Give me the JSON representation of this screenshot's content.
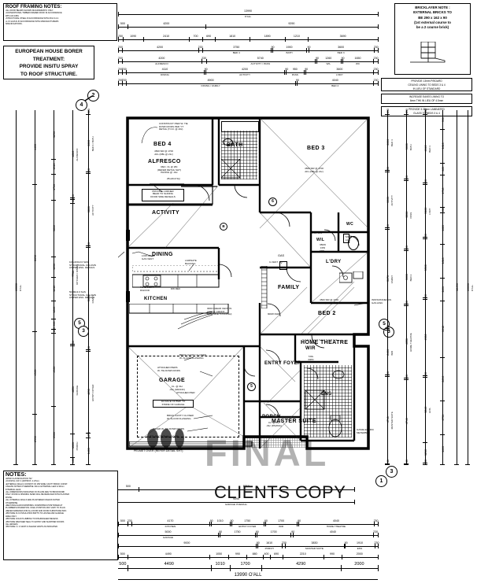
{
  "drawing": {
    "watermark": "FINAL",
    "stamp": "CLIENTS COPY"
  },
  "notes_boxes": {
    "roof_framing": {
      "title": "ROOF FRAMING NOTES:",
      "lines": [
        "•ALL ROOF BEAMS SHOWN DIAGRAMMATIC ONLY.",
        "•CONVENTIONAL TIMBER FRAMED ROOF IN ACCORDANCE",
        " WITH AS 1684.",
        "•STRUCTURAL STEEL IN ACCORDANCE WITH RCA 3.4.4.",
        "•L.V.L's/LVH's IN ACCORDANCE WITH MANUFACTURERS",
        " SPECIFICATIONS."
      ]
    },
    "borer": {
      "lines": [
        "EUROPEAN HOUSE BORER",
        "TREATMENT:",
        "PROVIDE INSITU SPRAY",
        "TO ROOF STRUCTURE."
      ]
    },
    "bricklayer": {
      "lines": [
        "BRICKLAYER NOTE :",
        "EXTERNAL BRICKS TO",
        "BE 290 x 162 x 90",
        "(1st external course to",
        "be a 2 course brick)"
      ]
    },
    "side_notes": [
      [
        "PROVIDE 13mm P/BOARD",
        "CEILING LINING TO BEDS 3 & 4",
        "IN LIEU OF STANDARD"
      ],
      [
        "INCREASE EAVES LINING TO",
        "6mm THK IN LIEU OF 4.5mm"
      ],
      [
        "PROVIDE 3.38mm LAMINATED",
        "GLASS TO BEDS 3 & 4"
      ]
    ],
    "general": {
      "title": "NOTES:",
      "lines": [
        "•WIND CLASSIFICATION \"N1\"",
        "•COASTAL CAT. 4 (APPROX. 2.17km)",
        "•EXTERNAL WALLS CONSIST OF 250 WIDE CAVITY BRICK CONST.",
        " UNLESS NOTED OTHERWISE. 90mm EXTERNAL LEAF & 90mm",
        " INTERNAL LEAF.",
        "•ALL DIMENSIONS INDICATED ON PLANS ARE TO BRICKWORK",
        " ONLY. ROOM & OPENING SIZES WILL BE REDUCED WITH PLASTER",
        " FINISH.",
        "•ALL INTERNAL WALLS ARE PLASTERED UNLESS NOTED",
        " OTHERWISE.",
        "•RECTANGULAR DOWNPIPES. DOWNPIPES POSITIONED AT",
        " PLUMBERS DISCRETION. FINAL POSITION MAY VARY TO PLAN.",
        "•REFER ADDENDA FOR ALL DOOR AND DOOR FURNITURE INFO.",
        "•PROVIDE R 2.0 INSULATION BATTS TO HOUSE AND GARAGE",
        " AREA ONLY.",
        "•PROVIDE COLD PLUMBING TO DISHWASHER RECESS.",
        "•PROVIDE WEATHER SEAL TO ENTRY AND SHOPPER  DOORS",
        " (ALL EDGES)",
        "•PROVIDE 1 x C-VENT & IN-EAVE VENTS AS INDICATED."
      ]
    }
  },
  "rooms": [
    {
      "name": "ALFRESCO",
      "sub": [
        "REC. CL @ 28c",
        "(REFER DETAIL SHT)",
        "PAVING @ -01c"
      ]
    },
    {
      "name": "BED 4",
      "sub": [
        "4500 SIR @ 1700",
        "AFL (DBL @ 21c)"
      ]
    },
    {
      "name": "BATH",
      "sub": []
    },
    {
      "name": "BED 3",
      "sub": [
        "4500 SIR @ 1700",
        "AFL (DBL @ 21c)"
      ]
    },
    {
      "name": "ACTIVITY",
      "sub": []
    },
    {
      "name": "WIL",
      "sub": [
        "950W",
        "FPD"
      ]
    },
    {
      "name": "WC",
      "sub": [
        "720R",
        "LOH"
      ]
    },
    {
      "name": "L'DRY",
      "sub": []
    },
    {
      "name": "DINING",
      "sub": []
    },
    {
      "name": "FAMILY",
      "sub": []
    },
    {
      "name": "BED 2",
      "sub": [
        "4500 SIR @ 1700",
        "AFL (DBL @ 21c)"
      ]
    },
    {
      "name": "KITCHEN",
      "sub": [
        "FL. CANOPY",
        "R/HOOD",
        "DW REC"
      ]
    },
    {
      "name": "WIR",
      "sub": [
        "720L",
        "/DPD"
      ]
    },
    {
      "name": "HOME THEATRE",
      "sub": []
    },
    {
      "name": "ENTRY FOYER",
      "sub": []
    },
    {
      "name": "GARAGE",
      "sub": [
        "CL. @ 31c",
        "-01c (GRANO)"
      ]
    },
    {
      "name": "PORCH",
      "sub": [
        "CL. @ 25c",
        "-01c (PAVING)"
      ]
    },
    {
      "name": "MASTER SUITE",
      "sub": []
    },
    {
      "name": "ENS",
      "sub": []
    }
  ],
  "plan_annotations": [
    "CONSTRUCT PIER W- TIE",
    "DOWN RODS PER 'YT",
    "DETAIL (T.O.F. @ 40c)",
    "PROVIDE CORNER",
    "BEAD TO SLIDING",
    "DOOR SIDE REVEALS",
    "LOW LEVEL",
    "GAS VENT",
    "LAMINATE",
    "BACKING",
    "C-VENT",
    "GAS",
    "3000 OHEAD CEOS IN",
    "LINE W- FRONT",
    "(CORNICE TO FLUSH)",
    "900W RHD",
    "BRICK CAVITY CLOSER",
    "W- ALCOR FLASHING",
    "ATTACHED PIERS",
    "W- TIE DOWN RODS",
    "3rd FACE OF BWK TO",
    "INSIDE OF GARAGE",
    "ATTACHED PIER",
    "REFER W- TIE DOWN RODS",
    "AUTO-SECTIONAL DOOR",
    "PELMET OVER (REFER DETAIL SHT)",
    "INSTANTANEOUS",
    "GAS HWU",
    "GAS/ELECTRIC",
    "METERBOX",
    "100x400x3.0 SHS",
    "STRUCTURAL COLUMN",
    "AS PER ENG. DETAILS",
    "50x90x3.0 SHS",
    "STRUCTURAL COLUMN",
    "AS PER ENG. DETAILS",
    "25x2410 SQ",
    "1x450 SHS",
    "FPD"
  ],
  "dimensions": {
    "top": {
      "row1": [
        {
          "v": "13990",
          "label": "O'ALL"
        }
      ],
      "row2": [
        {
          "v": "500"
        },
        {
          "v": "4200"
        },
        {
          "v": "9290"
        }
      ],
      "row3": [
        {
          "v": "250"
        },
        {
          "v": "1090"
        },
        {
          "v": "2410"
        },
        {
          "v": "700"
        },
        {
          "v": "690"
        },
        {
          "v": "1810"
        },
        {
          "v": "1890"
        },
        {
          "v": "1210"
        },
        {
          "v": "3690"
        }
      ],
      "row4": [
        {
          "v": "200"
        },
        {
          "v": "4200"
        },
        {
          "v": "230"
        },
        {
          "v": "3750",
          "label": "BED 4"
        },
        {
          "v": "90"
        },
        {
          "v": "1900",
          "label": "BATH"
        },
        {
          "v": "90"
        },
        {
          "v": "3600",
          "label": "BED 3"
        },
        {
          "v": "230"
        }
      ],
      "row5": [
        {
          "v": "200"
        },
        {
          "v": "4200",
          "label": "ALFRESCO"
        },
        {
          "v": "230"
        },
        {
          "v": "5740",
          "label": "ACTIVITY / PASS"
        },
        {
          "v": "90"
        },
        {
          "v": "1260",
          "label": "WIL"
        },
        {
          "v": "90"
        },
        {
          "v": "1650",
          "label": "WC"
        },
        {
          "v": "230"
        }
      ],
      "row6": [
        {
          "v": "200"
        },
        {
          "v": "230"
        },
        {
          "v": "4110",
          "label": "DINING"
        },
        {
          "v": "90"
        },
        {
          "v": "4200",
          "label": "ACTIVITY"
        },
        {
          "v": "90"
        },
        {
          "v": "950",
          "label": "PASS"
        },
        {
          "v": "90"
        },
        {
          "v": "3600",
          "label": "L'DRY"
        },
        {
          "v": "230"
        }
      ],
      "row7": [
        {
          "v": "200"
        },
        {
          "v": "230"
        },
        {
          "v": "8900",
          "label": "DINING / FAMILY"
        },
        {
          "v": "90"
        },
        {
          "v": "4040",
          "label": "BED 2"
        },
        {
          "v": "230"
        }
      ]
    },
    "bottom": {
      "row1": [
        {
          "v": "500"
        },
        {
          "v": "5310"
        }
      ],
      "row2": [
        {
          "v": "9090",
          "label": "GARAGE OVERALL"
        }
      ],
      "row3": [
        {
          "v": "500"
        },
        {
          "v": "230"
        },
        {
          "v": "4170",
          "label": "KITCHEN"
        },
        {
          "v": "90"
        },
        {
          "v": "1010"
        },
        {
          "v": "90"
        },
        {
          "v": "1750",
          "label": "ENTRY FOYER"
        },
        {
          "v": "90"
        },
        {
          "v": "1700",
          "label": "WIR"
        },
        {
          "v": "90"
        },
        {
          "v": "4040",
          "label": "HOME THEATRE"
        },
        {
          "v": "230"
        }
      ],
      "row4": [
        {
          "v": "5000",
          "label": "GARAGE"
        },
        {
          "v": "90"
        },
        {
          "v": "1750"
        },
        {
          "v": "90"
        },
        {
          "v": "1700"
        },
        {
          "v": "90"
        },
        {
          "v": "4040"
        },
        {
          "v": "230"
        }
      ],
      "row5": [
        {
          "v": "9000"
        },
        {
          "v": "90"
        },
        {
          "v": "1610",
          "label": "PORCH"
        },
        {
          "v": "230"
        },
        {
          "v": "3830",
          "label": "MASTER SUITE"
        },
        {
          "v": "90"
        },
        {
          "v": "1910",
          "label": "ENS"
        },
        {
          "v": "230"
        }
      ],
      "row6": [
        {
          "v": "500"
        },
        {
          "v": "4490"
        },
        {
          "v": "1050"
        },
        {
          "v": "990"
        },
        {
          "v": "880"
        },
        {
          "v": "400"
        },
        {
          "v": "690"
        },
        {
          "v": "2210"
        },
        {
          "v": "990"
        },
        {
          "v": "2000"
        }
      ],
      "row7": [
        {
          "v": "500"
        },
        {
          "v": "4490"
        },
        {
          "v": "1010"
        },
        {
          "v": "1700"
        },
        {
          "v": "4290"
        },
        {
          "v": "2000"
        }
      ],
      "row8": [
        {
          "v": "13990",
          "label": "O'ALL"
        }
      ]
    },
    "left": {
      "outer": [
        {
          "v": "19390",
          "label": "O'ALL"
        }
      ],
      "col2": [
        {
          "v": "4400"
        },
        {
          "v": "8690"
        },
        {
          "v": "4900"
        },
        {
          "v": "2990"
        }
      ],
      "col3": [
        {
          "v": "3290"
        },
        {
          "v": "1010"
        },
        {
          "v": "1700"
        },
        {
          "v": "3810"
        },
        {
          "v": "1390"
        },
        {
          "v": "1610"
        },
        {
          "v": "1200"
        },
        {
          "v": "690"
        },
        {
          "v": "280"
        },
        {
          "v": "4900"
        },
        {
          "v": "3900"
        }
      ],
      "col4": [
        {
          "v": "4800",
          "label": "ALFRESCO"
        },
        {
          "v": "90"
        },
        {
          "v": "220"
        },
        {
          "v": "7730",
          "label": "KITCHEN / DINING"
        },
        {
          "v": "90"
        },
        {
          "v": "4850",
          "label": "GARAGE"
        },
        {
          "v": "1300",
          "label": "PORCH"
        },
        {
          "v": "400"
        }
      ],
      "col5": [
        {
          "v": "220"
        },
        {
          "v": "3000",
          "label": "BED 4 / BATH"
        },
        {
          "v": "90"
        },
        {
          "v": "3800",
          "label": "ACTIVITY"
        },
        {
          "v": "90"
        },
        {
          "v": "5370",
          "label": "FAMILY"
        },
        {
          "v": "90"
        },
        {
          "v": "4290",
          "label": "ENTRY FOYER"
        },
        {
          "v": "270"
        },
        {
          "v": "1400"
        }
      ]
    },
    "right": {
      "outer": [
        {
          "v": "19390",
          "label": "O'ALL"
        },
        {
          "v": "18490"
        }
      ],
      "col1": [
        {
          "v": "230"
        },
        {
          "v": "3000",
          "label": "BED 4"
        },
        {
          "v": "90"
        },
        {
          "v": "3000",
          "label": "ACTIVITY"
        },
        {
          "v": "90"
        },
        {
          "v": "5370",
          "label": "FAMILY"
        },
        {
          "v": "90"
        },
        {
          "v": "2400",
          "label": "WIR"
        },
        {
          "v": "90"
        },
        {
          "v": "4740",
          "label": "MASTER SUITE"
        },
        {
          "v": "30"
        }
      ],
      "col2": [
        {
          "v": "230"
        },
        {
          "v": "3600",
          "label": "BATH"
        },
        {
          "v": "90"
        },
        {
          "v": "3830",
          "label": "PASS"
        },
        {
          "v": "90"
        },
        {
          "v": "3000",
          "label": "BED 2"
        },
        {
          "v": "90"
        },
        {
          "v": "4050",
          "label": "HOME THEATRE"
        },
        {
          "v": "90"
        },
        {
          "v": "4740"
        },
        {
          "v": "30"
        }
      ],
      "col3": [
        {
          "v": "230"
        },
        {
          "v": "4040",
          "label": "BED 3"
        },
        {
          "v": "90"
        },
        {
          "v": "3100",
          "label": "L'DRY"
        },
        {
          "v": "90"
        },
        {
          "v": "3500"
        },
        {
          "v": "90"
        },
        {
          "v": "4500"
        },
        {
          "v": "90"
        },
        {
          "v": "3840",
          "label": "ENS"
        },
        {
          "v": "1210"
        },
        {
          "v": "90"
        }
      ],
      "col4": [
        {
          "v": "990"
        },
        {
          "v": "1810"
        },
        {
          "v": "620"
        },
        {
          "v": "1710"
        },
        {
          "v": "280"
        },
        {
          "v": "1680"
        },
        {
          "v": "1810"
        },
        {
          "v": "1190"
        },
        {
          "v": "3018"
        },
        {
          "v": "2290"
        },
        {
          "v": "1790"
        },
        {
          "v": "1600"
        }
      ]
    }
  },
  "detail_markers": [
    {
      "n": "2"
    },
    {
      "n": "4"
    },
    {
      "n": "3"
    },
    {
      "n": "5"
    },
    {
      "n": "1"
    },
    {
      "n": "3"
    },
    {
      "n": "6"
    },
    {
      "n": "5"
    },
    {
      "n": "3"
    }
  ],
  "colors": {
    "ink": "#000000",
    "paper": "#ffffff",
    "watermark": "rgba(0,0,0,0.30)"
  }
}
